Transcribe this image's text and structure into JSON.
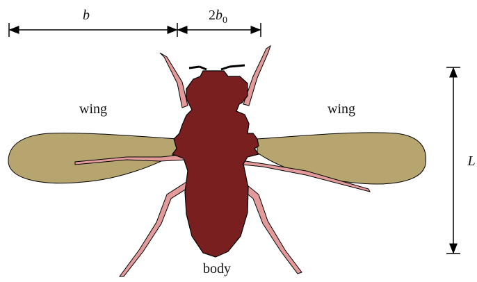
{
  "labels": {
    "wing_left": "wing",
    "wing_right": "wing",
    "body": "body",
    "span_b": "b",
    "span_2b0_prefix": "2",
    "span_2b0_var": "b",
    "span_2b0_sub": "0",
    "length_L": "L"
  },
  "colors": {
    "wing": "#b7a56f",
    "body": "#7a1f1f",
    "legs": "#e39a9a",
    "outline": "#000000"
  }
}
